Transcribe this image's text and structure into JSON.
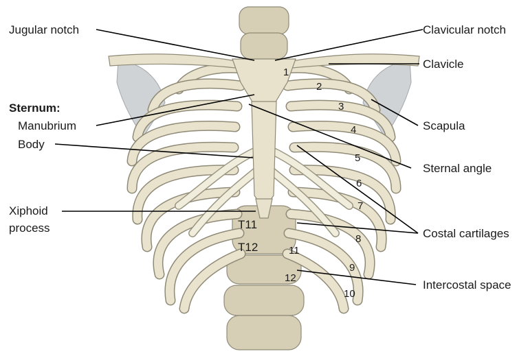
{
  "labels": {
    "jugular_notch": "Jugular notch",
    "clavicular_notch": "Clavicular notch",
    "clavicle": "Clavicle",
    "sternum": "Sternum:",
    "manubrium": "Manubrium",
    "body": "Body",
    "scapula": "Scapula",
    "sternal_angle": "Sternal angle",
    "xiphoid_line1": "Xiphoid",
    "xiphoid_line2": "process",
    "costal_cartilages": "Costal cartilages",
    "intercostal_space": "Intercostal space"
  },
  "rib_numbers": [
    "1",
    "2",
    "3",
    "4",
    "5",
    "6",
    "7",
    "8",
    "9",
    "10",
    "11",
    "12"
  ],
  "vertebrae": [
    "T11",
    "T12"
  ],
  "colors": {
    "bone": "#e8e2cc",
    "bone_outline": "#8f8a77",
    "scapula": "#cfd3d6",
    "leader_line": "#000000"
  }
}
